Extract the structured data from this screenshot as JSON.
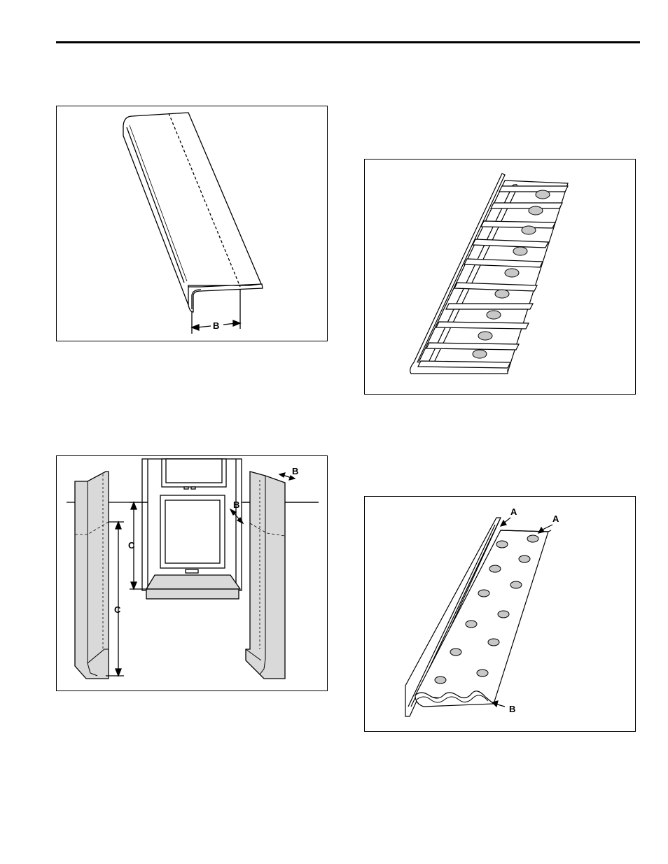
{
  "figures": {
    "fig1": {
      "labels": {
        "b": "B"
      }
    },
    "fig2": {
      "labels": {
        "b_top": "B",
        "b_side": "B",
        "c_short": "C",
        "c_long": "C"
      }
    },
    "fig3": {
      "labels": {}
    },
    "fig4": {
      "labels": {
        "a_left": "A",
        "a_right": "A",
        "b": "B"
      }
    }
  },
  "colors": {
    "panel_fill": "#d9d9d9",
    "line": "#000000",
    "hole_fill": "#c8c8c8"
  }
}
